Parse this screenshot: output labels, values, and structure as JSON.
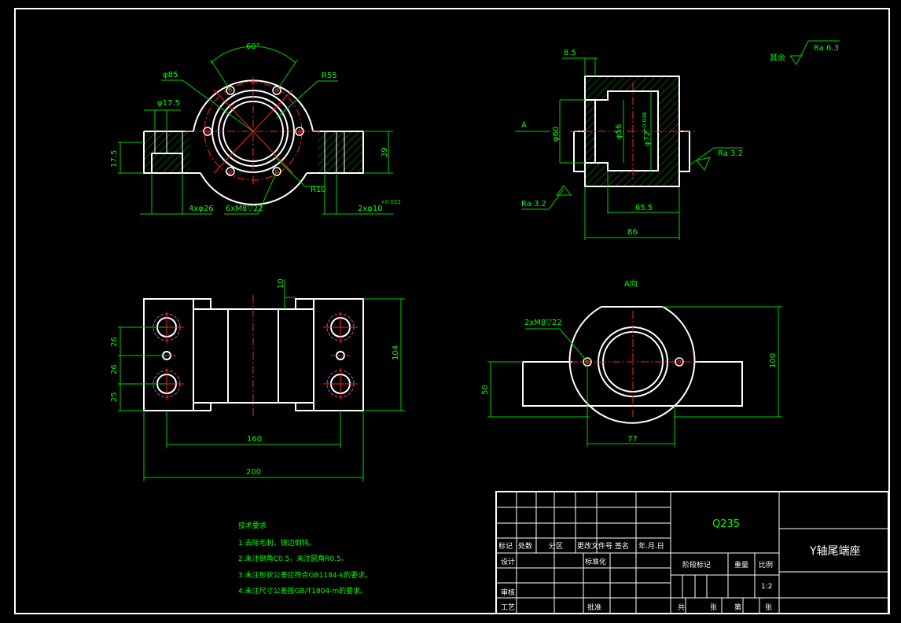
{
  "dims": {
    "angle_60": "60°",
    "dia_85": "φ85",
    "r55": "R55",
    "dia_17_5": "φ17.5",
    "h17_5": "17.5",
    "h39": "39",
    "r10": "R10",
    "holes_4x26": "4xφ26",
    "thread_6xm8": "6xM8▽22",
    "pin_2x10": "2xφ10",
    "pin_tol": "+0.022",
    "d8_5": "8.5",
    "a_mark": "A",
    "dia_60": "φ60",
    "dia_56": "φ56",
    "dia_72": "φ72",
    "dia_72_tol": "+0.046",
    "d65_5": "65.5",
    "d86": "86",
    "ra_3_2_left": "Ra 3.2",
    "ra_3_2_right": "Ra 3.2",
    "ra_6_3": "Ra 6.3",
    "rest_label": "其余",
    "d10": "10",
    "d26a": "26",
    "d26b": "26",
    "d25": "25",
    "d104": "104",
    "d160": "160",
    "d200": "200",
    "view_a": "A向",
    "thread_2xm8": "2xM8▽22",
    "d100": "100",
    "d50": "50",
    "d77": "77"
  },
  "notes": {
    "title": "技术要求",
    "items": [
      "1.去除毛刺，锐边倒钝。",
      "2.未注倒角C0.5，未注圆角R0.5。",
      "3.未注形状公差应符合GB1184-k的要求。",
      "4.未注尺寸公差按GB/T1804-m的要求。"
    ]
  },
  "title_block": {
    "material": "Q235",
    "part_name": "Y轴尾端座",
    "headers": [
      "标记",
      "处数",
      "分区",
      "更改文件号",
      "签名",
      "年.月.日"
    ],
    "design": "设计",
    "standardize": "标准化",
    "review": "审核",
    "process": "工艺",
    "approve": "批准",
    "stage_mark": "阶段标记",
    "weight": "重量",
    "scale": "比例",
    "scale_value": "1:2",
    "total": "共",
    "sheets": "张",
    "page": "第",
    "sheet": "张"
  }
}
